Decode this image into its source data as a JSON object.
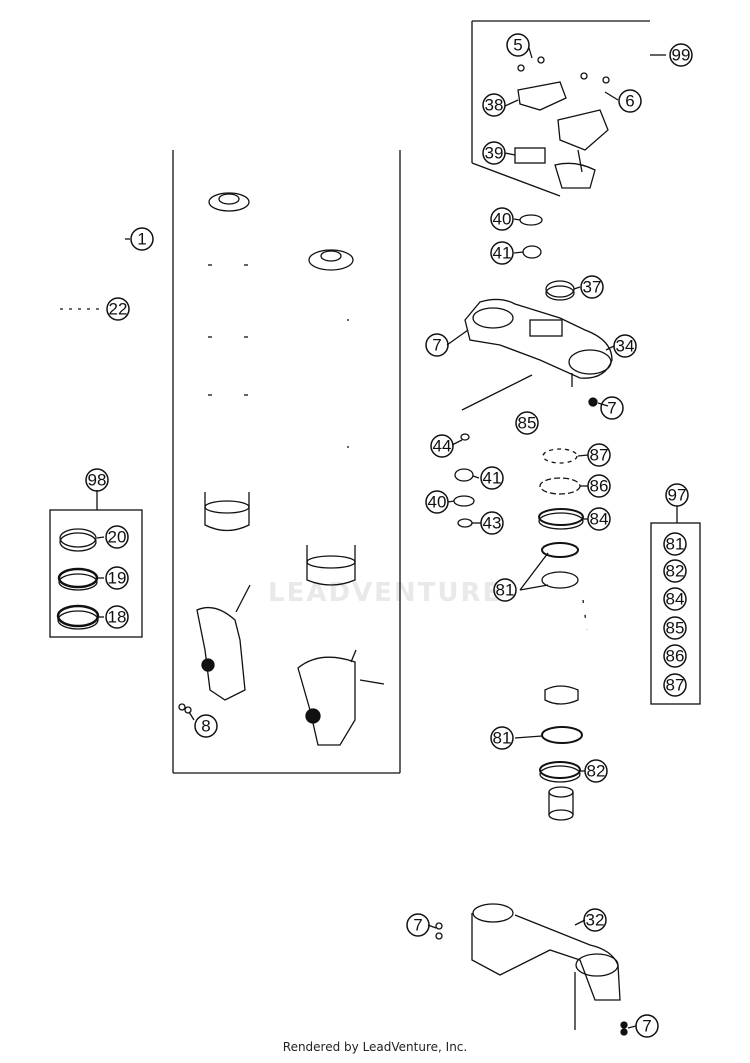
{
  "callouts": {
    "c1": "1",
    "c5": "5",
    "c6": "6",
    "c7a": "7",
    "c7b": "7",
    "c7c": "7",
    "c7d": "7",
    "c8": "8",
    "c18": "18",
    "c19": "19",
    "c20": "20",
    "c22": "22",
    "c32": "32",
    "c34": "34",
    "c37": "37",
    "c38": "38",
    "c39": "39",
    "c40a": "40",
    "c40b": "40",
    "c41a": "41",
    "c41b": "41",
    "c43": "43",
    "c44": "44",
    "c81a": "81",
    "c81b": "81",
    "c82": "82",
    "c84": "84",
    "c85": "85",
    "c86": "86",
    "c87": "87",
    "c97": "97",
    "c98": "98",
    "c99": "99",
    "k81": "81",
    "k82": "82",
    "k84": "84",
    "k85": "85",
    "k86": "86",
    "k87": "87"
  },
  "watermark": "LEADVENTURE",
  "footer": "Rendered by LeadVenture, Inc."
}
